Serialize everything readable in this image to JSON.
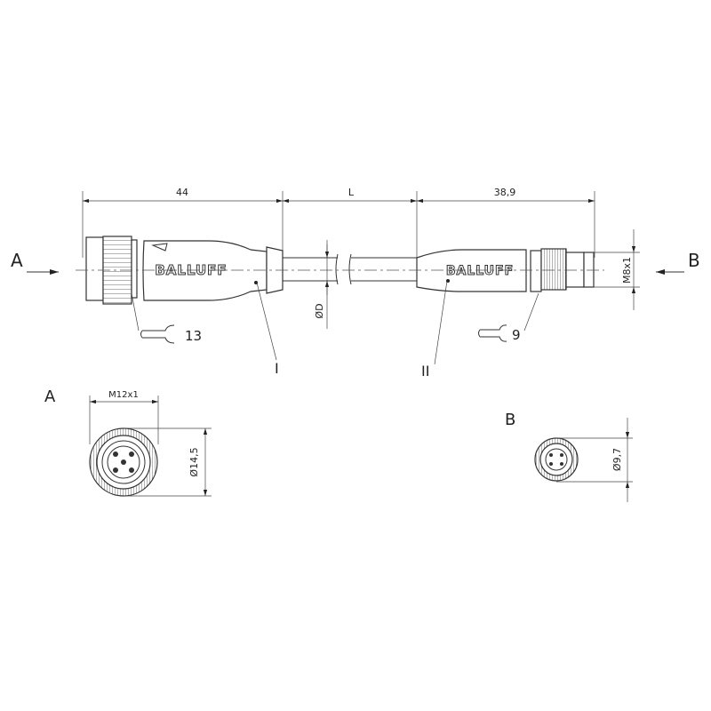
{
  "colors": {
    "line": "#333333",
    "background": "#ffffff"
  },
  "side_view": {
    "view_a_label": "A",
    "view_b_label": "B",
    "dim_left_length": "44",
    "dim_cable_length": "L",
    "dim_right_length": "38,9",
    "dim_cable_diameter": "ØD",
    "dim_thread_right": "M8x1",
    "brand_left": "BALLUFF",
    "brand_right": "BALLUFF",
    "wrench_left": "13",
    "wrench_right": "9",
    "part_left": "I",
    "part_right": "II"
  },
  "front_view_a": {
    "label": "A",
    "thread": "M12x1",
    "diameter": "Ø14,5"
  },
  "front_view_b": {
    "label": "B",
    "diameter": "Ø9,7"
  }
}
